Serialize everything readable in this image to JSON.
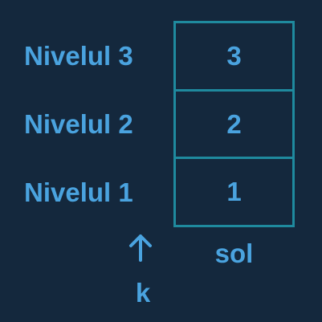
{
  "levels": [
    {
      "label": "Nivelul 3",
      "value": "3"
    },
    {
      "label": "Nivelul 2",
      "value": "2"
    },
    {
      "label": "Nivelul 1",
      "value": "1"
    }
  ],
  "floor_label": "sol",
  "pointer": {
    "icon": "up-arrow-icon",
    "label": "k"
  },
  "colors": {
    "background": "#14283d",
    "text": "#4aa3df",
    "border": "#1f8a9e"
  }
}
